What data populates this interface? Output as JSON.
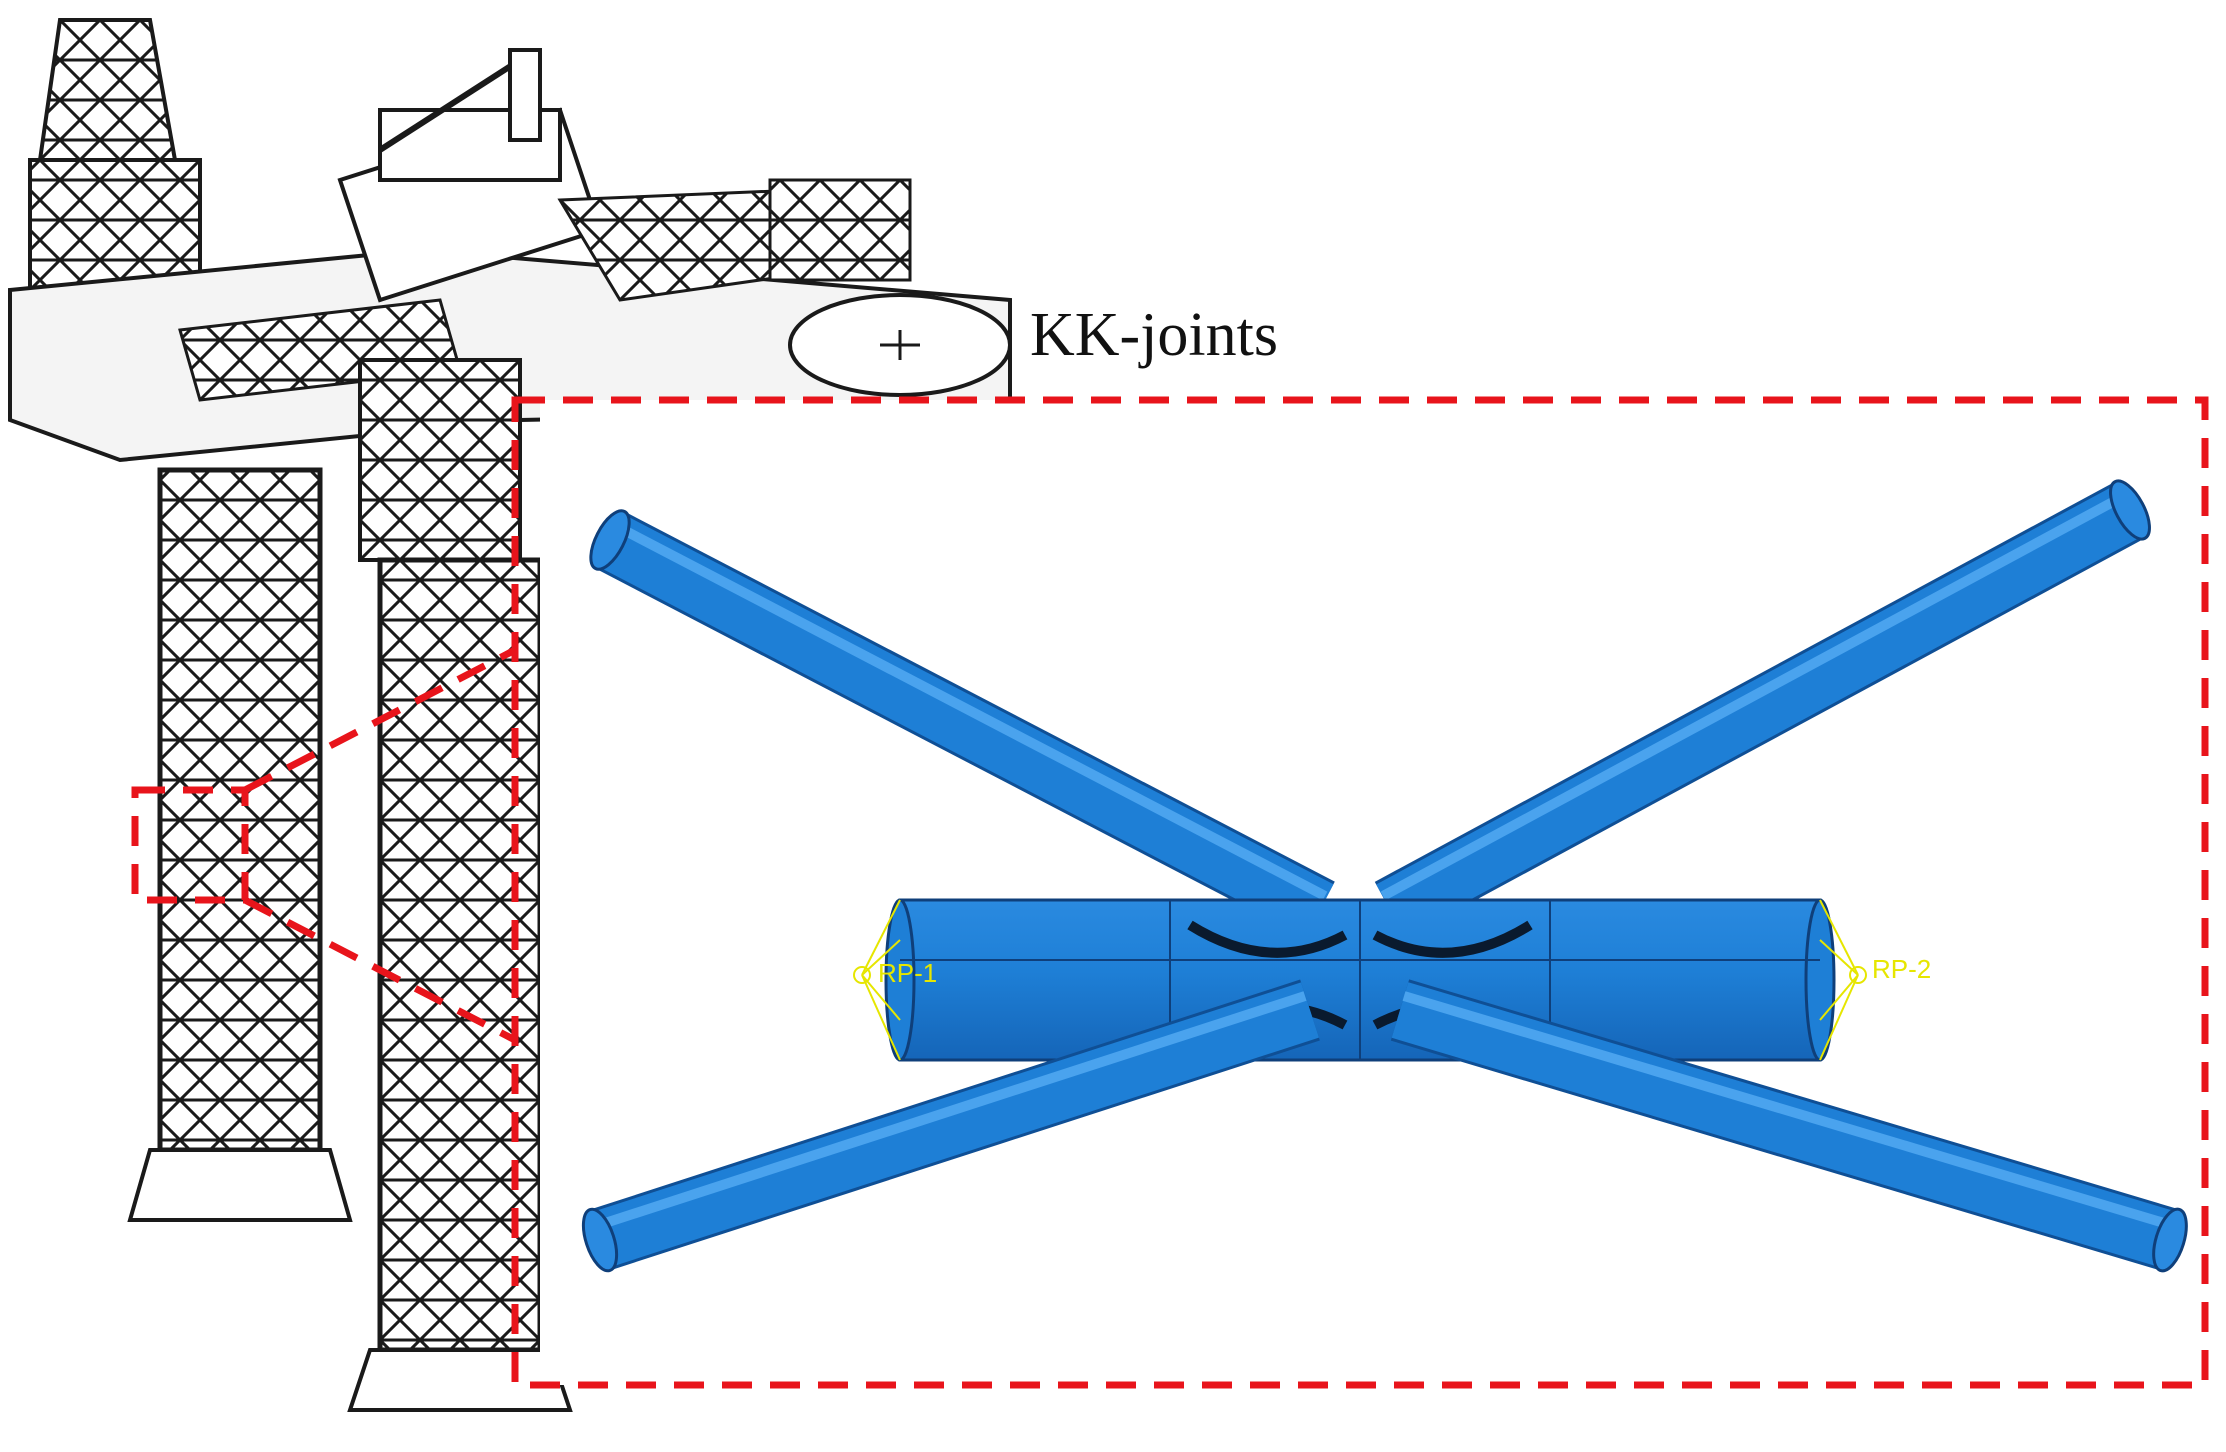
{
  "title": "KK-joints",
  "rp1_label": "RP-1",
  "rp2_label": "RP-2",
  "colors": {
    "tube": "#1e7fd6",
    "tube_dark": "#1565b8",
    "tube_light": "#4aa3ee",
    "highlight": "#e8141b",
    "ref_point": "#e6e600",
    "sketch": "#1a1a1a"
  },
  "icons": {
    "platform": "offshore-jackup-platform-sketch",
    "joint": "kk-tubular-joint-model"
  }
}
